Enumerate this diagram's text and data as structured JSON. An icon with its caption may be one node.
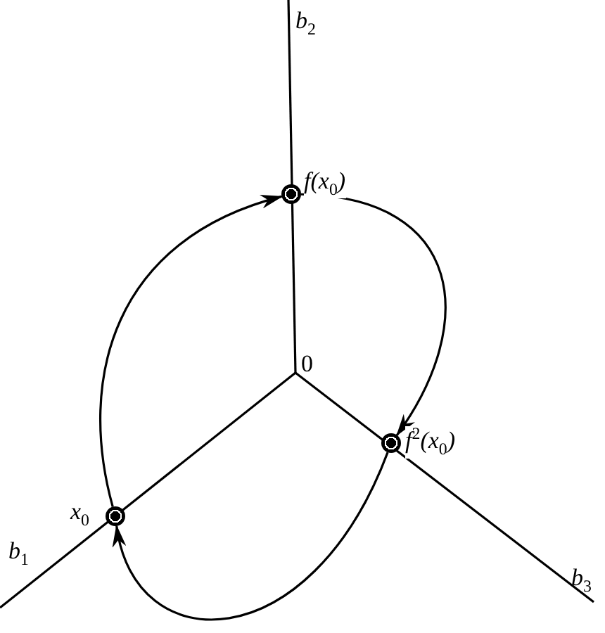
{
  "diagram": {
    "nodes": [
      {
        "text": [],
        "shape": "circle",
        "beside": [
          "x$_{0}$"
        ]
      },
      {
        "text": [],
        "shape": "circle",
        "beside": [
          "f(x$_{0}$)"
        ]
      },
      {
        "text": [],
        "shape": "circle",
        "beside": [
          "f$^{2}$(x$_{0}$)"
        ]
      }
    ],
    "edges": [
      {
        "from": 0,
        "to": 1,
        "arrow": "to"
      },
      {
        "from": 1,
        "to": 2,
        "arrow": "to"
      },
      {
        "from": 2,
        "to": 0,
        "arrow": "to"
      }
    ],
    "labels": [
      "b$_{2}$",
      "0",
      "b$_{1}$",
      "b$_{3}$"
    ]
  }
}
